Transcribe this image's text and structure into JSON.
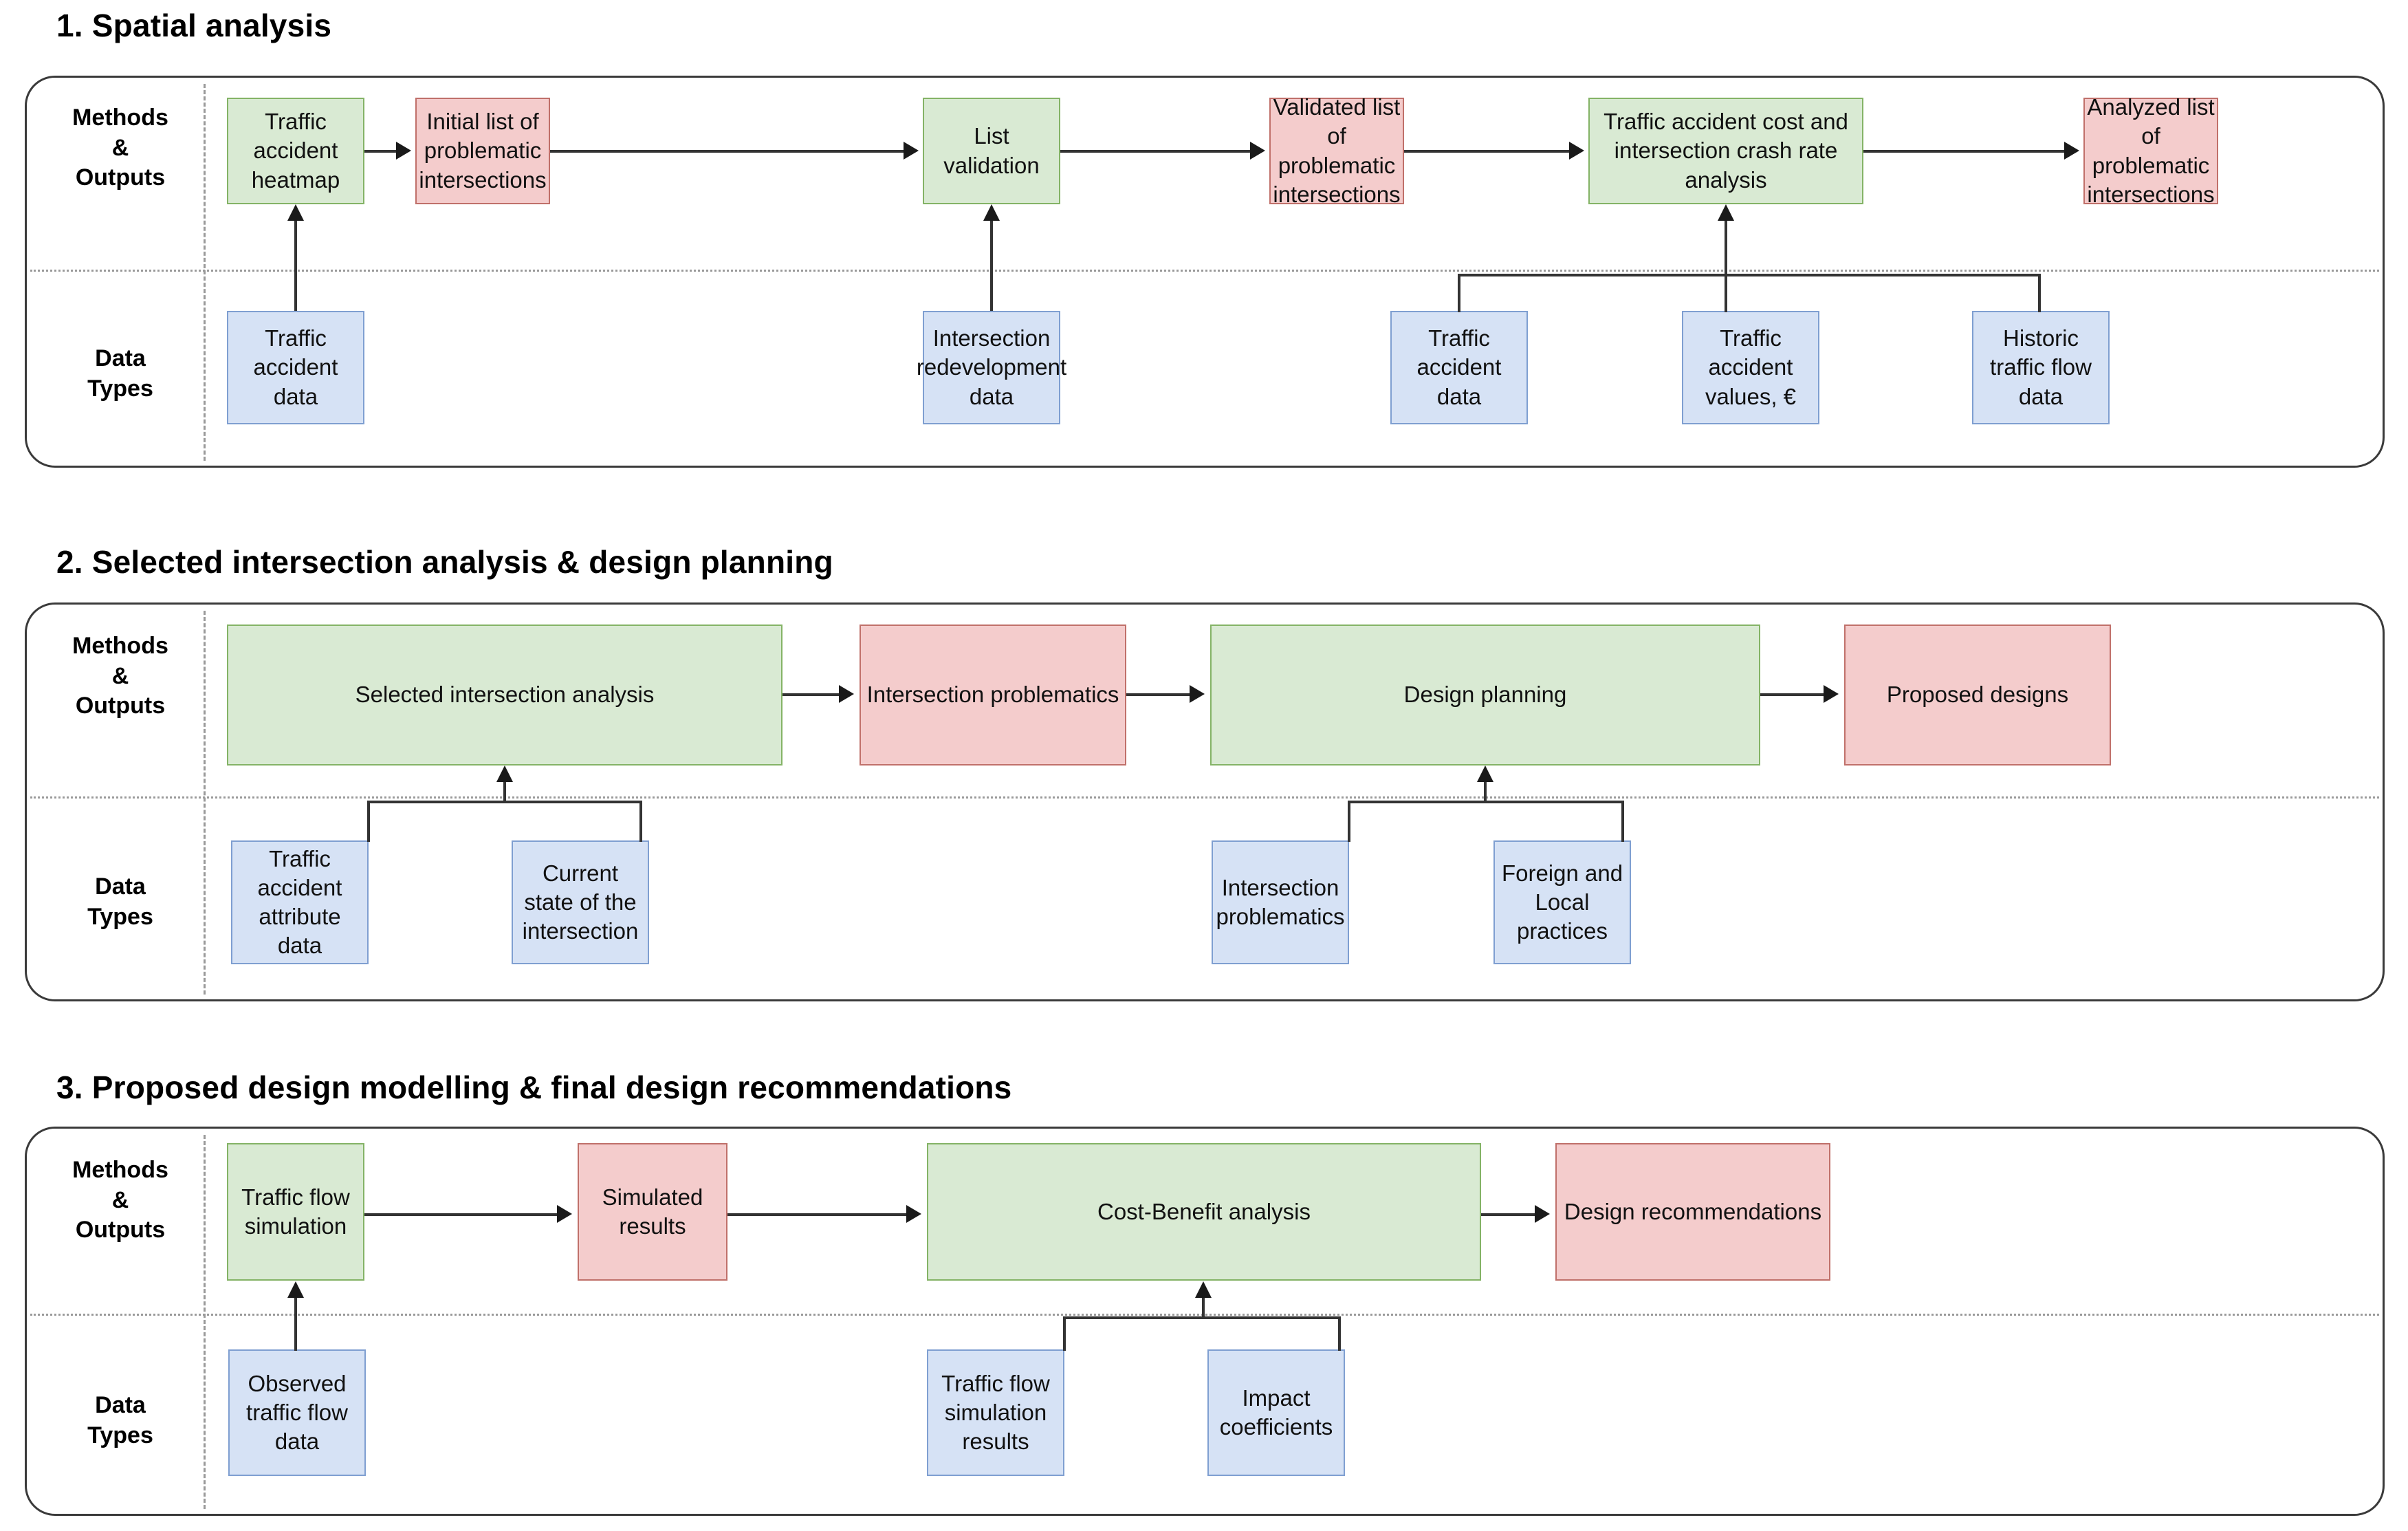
{
  "sections": [
    {
      "title": "1. Spatial analysis",
      "row_labels": {
        "methods": "Methods\n&\nOutputs",
        "data": "Data\nTypes"
      },
      "methods_row": [
        {
          "label": "Traffic accident heatmap",
          "kind": "method"
        },
        {
          "label": "Initial list of problematic intersections",
          "kind": "output"
        },
        {
          "label": "List validation",
          "kind": "method"
        },
        {
          "label": "Validated list of problematic intersections",
          "kind": "output"
        },
        {
          "label": "Traffic accident cost and intersection crash rate analysis",
          "kind": "method"
        },
        {
          "label": "Analyzed list of problematic intersections",
          "kind": "output"
        }
      ],
      "data_row": [
        {
          "label": "Traffic accident data"
        },
        {
          "label": "Intersection redevelopment data"
        },
        {
          "label": "Traffic accident data"
        },
        {
          "label": "Traffic accident values, €"
        },
        {
          "label": "Historic traffic flow data"
        }
      ]
    },
    {
      "title": "2. Selected intersection analysis & design planning",
      "row_labels": {
        "methods": "Methods\n&\nOutputs",
        "data": "Data\nTypes"
      },
      "methods_row": [
        {
          "label": "Selected intersection analysis",
          "kind": "method"
        },
        {
          "label": "Intersection problematics",
          "kind": "output"
        },
        {
          "label": "Design planning",
          "kind": "method"
        },
        {
          "label": "Proposed designs",
          "kind": "output"
        }
      ],
      "data_row": [
        {
          "label": "Traffic accident attribute data"
        },
        {
          "label": "Current state of the intersection"
        },
        {
          "label": "Intersection problematics"
        },
        {
          "label": "Foreign and Local practices"
        }
      ]
    },
    {
      "title": "3. Proposed design modelling & final design recommendations",
      "row_labels": {
        "methods": "Methods\n&\nOutputs",
        "data": "Data\nTypes"
      },
      "methods_row": [
        {
          "label": "Traffic flow simulation",
          "kind": "method"
        },
        {
          "label": "Simulated results",
          "kind": "output"
        },
        {
          "label": "Cost-Benefit analysis",
          "kind": "method"
        },
        {
          "label": "Design recommendations",
          "kind": "output"
        }
      ],
      "data_row": [
        {
          "label": "Observed traffic flow data"
        },
        {
          "label": "Traffic flow simulation results"
        },
        {
          "label": "Impact coefficients"
        }
      ]
    }
  ],
  "colors": {
    "method_fill": "#d9ead3",
    "method_border": "#84b366",
    "output_fill": "#f4cccc",
    "output_border": "#c0706a",
    "data_fill": "#d6e2f5",
    "data_border": "#7f9fd1",
    "panel_border": "#3a3a3a",
    "connector": "#333333"
  }
}
